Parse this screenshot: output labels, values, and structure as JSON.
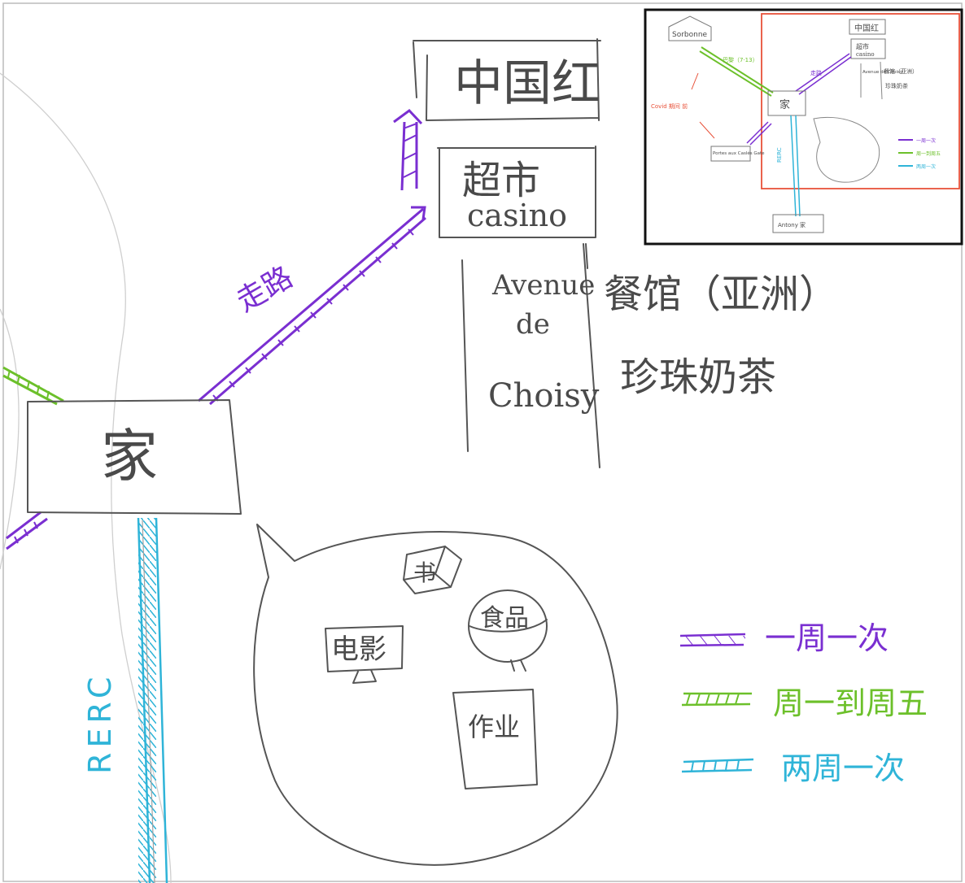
{
  "places": {
    "zhongguohong": "中国红",
    "supermarket_cn": "超市",
    "supermarket_en": "casino",
    "avenue_line1": "Avenue",
    "avenue_line2": "de",
    "avenue_line3": "Choisy",
    "restaurant": "餐馆（亚洲）",
    "bubble_tea": "珍珠奶茶",
    "home": "家"
  },
  "routes": {
    "walk_label": "走路",
    "rer_label": "RERC"
  },
  "bubble": {
    "book": "书",
    "movie": "电影",
    "food": "食品",
    "homework": "作业"
  },
  "legend": [
    {
      "label": "一周一次",
      "color": "#7a2fd1"
    },
    {
      "label": "周一到周五",
      "color": "#6cc02a"
    },
    {
      "label": "两周一次",
      "color": "#2fb4d8"
    }
  ],
  "colors": {
    "purple": "#7a2fd1",
    "green": "#6cc02a",
    "cyan": "#2fb4d8",
    "pencil": "#555555",
    "thumbnail_highlight": "#e8523a"
  },
  "thumbnail": {
    "sorbonne": "Sorbonne",
    "green_route": "巴黎（7·13）",
    "covid_note": "Covid 期间 前",
    "portes": "Portes aux Caslés Gate",
    "zhongguohong": "中国红",
    "supermarket_cn": "超市",
    "supermarket_en": "casino",
    "avenue": "Avenue de Choisy",
    "restaurant": "餐馆（亚洲）",
    "bubble_tea": "珍珠奶茶",
    "walk_label": "走路",
    "home": "家",
    "rer_label": "RERC",
    "bottom": "Antony 家",
    "legend": [
      "一周一次",
      "周一到周五",
      "两周一次"
    ]
  }
}
